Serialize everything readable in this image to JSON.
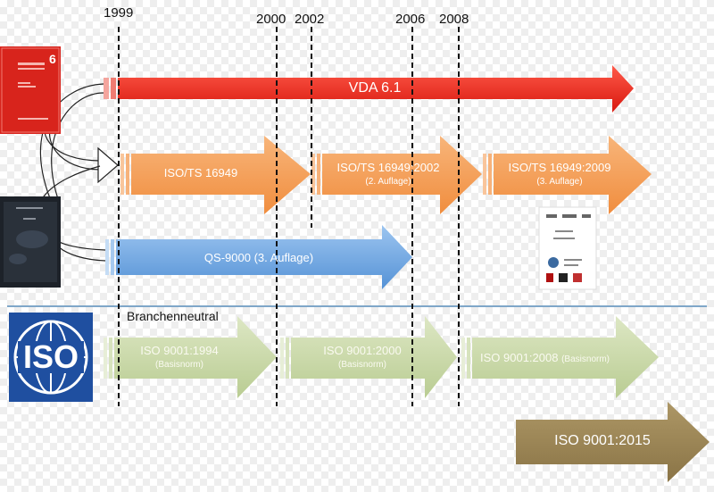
{
  "years": [
    "1999",
    "2000",
    "2002",
    "2006",
    "2008"
  ],
  "section_label": "Branchenneutral",
  "arrows": {
    "vda": {
      "label": "VDA 6.1"
    },
    "ts1": {
      "label": "ISO/TS 16949",
      "sub": ""
    },
    "ts2": {
      "label": "ISO/TS 16949:2002",
      "sub": "(2. Auflage)"
    },
    "ts3": {
      "label": "ISO/TS 16949:2009",
      "sub": "(3. Auflage)"
    },
    "qs": {
      "label": "QS-9000 (3. Auflage)"
    },
    "iso1994": {
      "label": "ISO 9001:1994",
      "sub": "(Basisnorm)"
    },
    "iso2000": {
      "label": "ISO 9001:2000",
      "sub": "(Basisnorm)"
    },
    "iso2008": {
      "label": "ISO 9001:2008",
      "sub": "(Basisnorm)"
    },
    "iso2015": {
      "label": "ISO 9001:2015"
    }
  },
  "logo": {
    "text": "ISO"
  },
  "vda_book": {
    "number": "6"
  },
  "colors": {
    "red": "#e8261b",
    "orange": "#f6a05a",
    "blue": "#6fa8e4",
    "green": "#c9d8a8",
    "olive": "#9a8456",
    "iso_blue": "#1f4fa0",
    "divider": "#7fa7c9"
  }
}
